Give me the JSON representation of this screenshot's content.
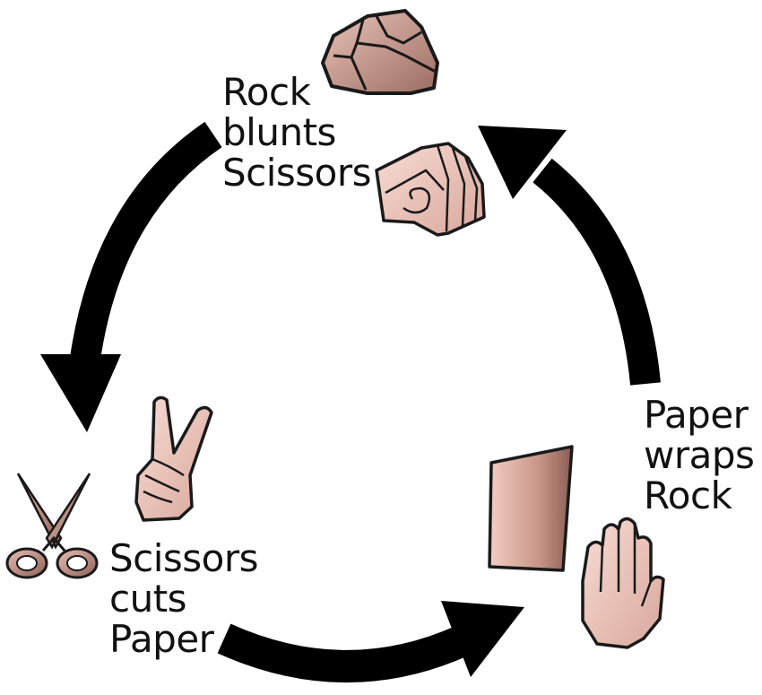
{
  "labels": {
    "rock_beats_scissors": {
      "line1": "Rock",
      "line2": "blunts",
      "line3": "Scissors"
    },
    "scissors_beats_paper": {
      "line1": "Scissors",
      "line2": "cuts",
      "line3": "Paper"
    },
    "paper_beats_rock": {
      "line1": "Paper",
      "line2": "wraps",
      "line3": "Rock"
    }
  },
  "icons": {
    "rock": "rock-icon",
    "fist": "fist-hand-icon",
    "scissors": "scissors-icon",
    "victory_hand": "victory-hand-icon",
    "paper": "paper-sheet-icon",
    "open_hand": "open-hand-icon"
  },
  "colors": {
    "arrow": "#000000",
    "skin_light": "#f3cfc6",
    "skin_dark": "#b98a80",
    "outline": "#1a1a1a",
    "background": "#ffffff"
  }
}
